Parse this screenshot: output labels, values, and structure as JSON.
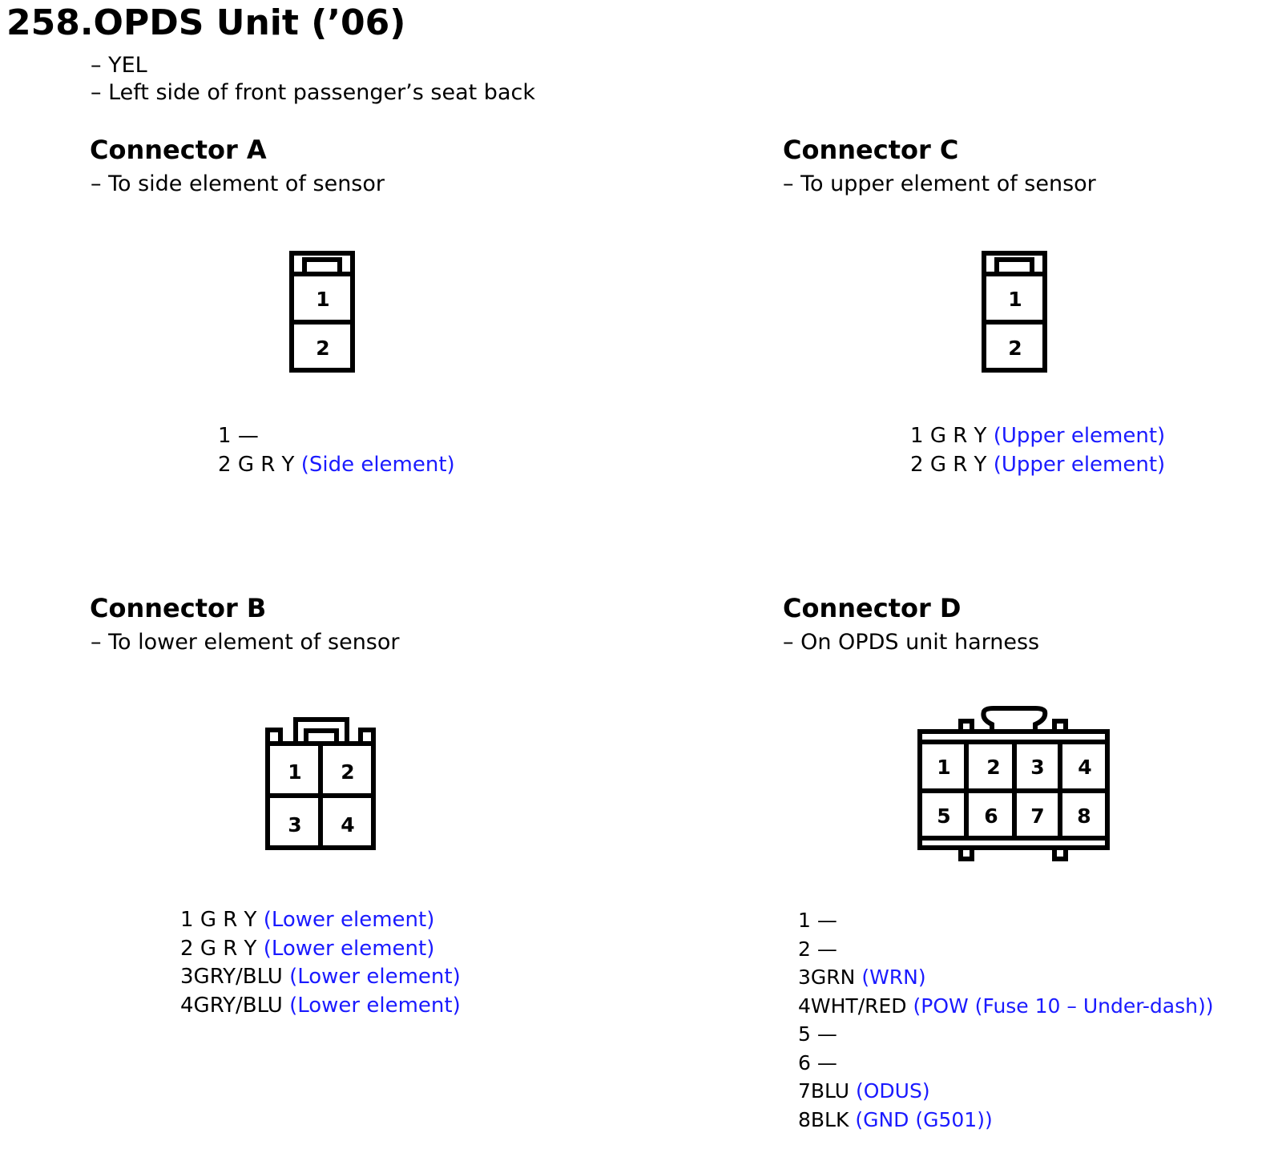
{
  "header": {
    "title": "258.OPDS Unit (’06)",
    "lines": [
      "– YEL",
      "– Left side of front passenger’s seat back"
    ]
  },
  "connectors": {
    "a": {
      "heading": "Connector A",
      "description": "– To side element of sensor",
      "cavities": [
        "1",
        "2"
      ],
      "pins": [
        {
          "num": "1",
          "wire": "—",
          "note": ""
        },
        {
          "num": "2",
          "wire": "G R Y",
          "note": "(Side element)"
        }
      ]
    },
    "c": {
      "heading": "Connector C",
      "description": "– To upper element of sensor",
      "cavities": [
        "1",
        "2"
      ],
      "pins": [
        {
          "num": "1",
          "wire": "G R Y",
          "note": "(Upper element)"
        },
        {
          "num": "2",
          "wire": "G R Y",
          "note": "(Upper element)"
        }
      ]
    },
    "b": {
      "heading": "Connector B",
      "description": "– To lower element of sensor",
      "cavities": [
        "1",
        "2",
        "3",
        "4"
      ],
      "pins": [
        {
          "num": "1",
          "wire": "G R Y",
          "note": "(Lower element)"
        },
        {
          "num": "2",
          "wire": "G R Y",
          "note": "(Lower element)"
        },
        {
          "num": "3",
          "wire": "GRY/BLU",
          "note": "(Lower element)"
        },
        {
          "num": "4",
          "wire": "GRY/BLU",
          "note": "(Lower element)"
        }
      ]
    },
    "d": {
      "heading": "Connector D",
      "description": "– On OPDS unit harness",
      "cavities": [
        "1",
        "2",
        "3",
        "4",
        "5",
        "6",
        "7",
        "8"
      ],
      "pins": [
        {
          "num": "1",
          "wire": "—",
          "note": ""
        },
        {
          "num": "2",
          "wire": "—",
          "note": ""
        },
        {
          "num": "3",
          "wire": "GRN",
          "note": "(WRN)"
        },
        {
          "num": "4",
          "wire": "WHT/RED",
          "note": "(POW (Fuse 10 – Under-dash))"
        },
        {
          "num": "5",
          "wire": "—",
          "note": ""
        },
        {
          "num": "6",
          "wire": "—",
          "note": ""
        },
        {
          "num": "7",
          "wire": "BLU",
          "note": "(ODUS)"
        },
        {
          "num": "8",
          "wire": "BLK",
          "note": "(GND (G501))"
        }
      ]
    }
  },
  "colors": {
    "text": "#000000",
    "note": "#1a1aff",
    "background": "#ffffff"
  }
}
